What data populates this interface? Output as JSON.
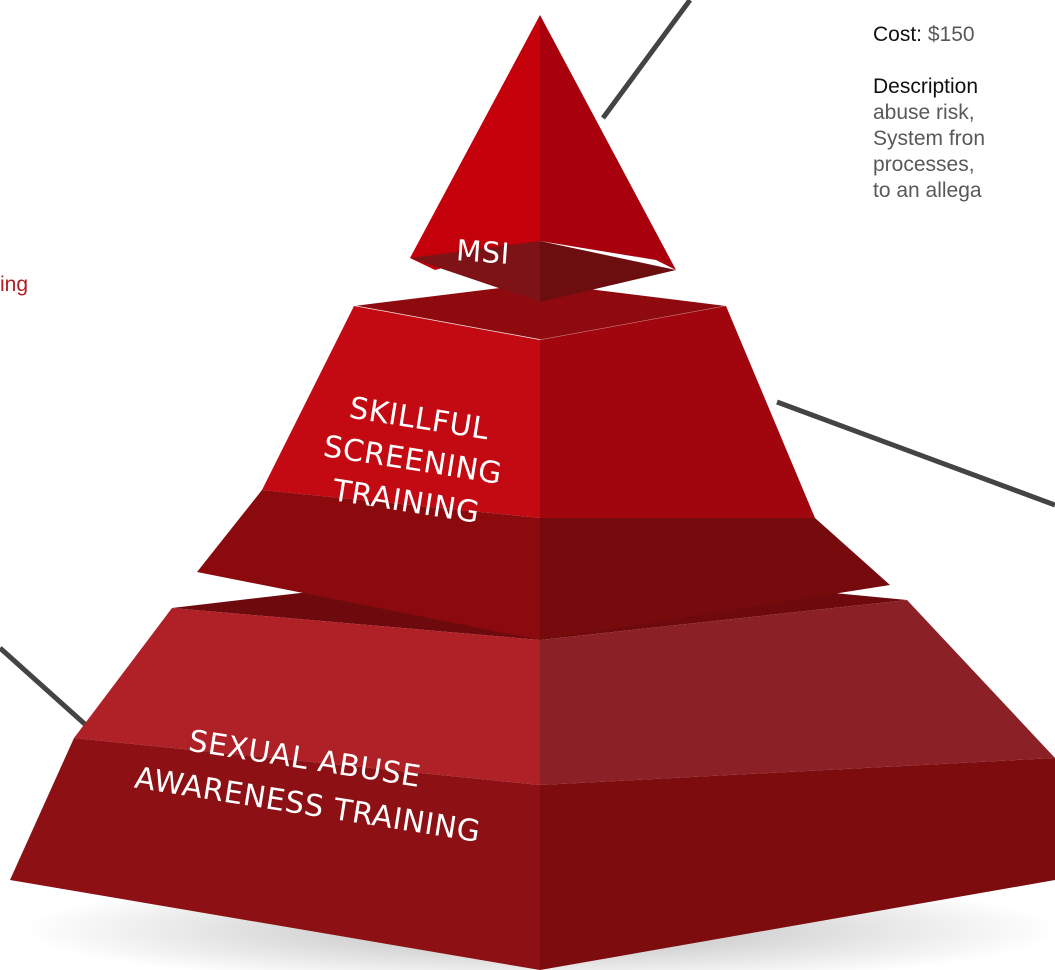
{
  "pyramid": {
    "tiers": [
      {
        "label_lines": [
          "MSI"
        ]
      },
      {
        "label_lines": [
          "SKILLFUL",
          "SCREENING",
          "TRAINING"
        ]
      },
      {
        "label_lines": [
          "SEXUAL ABUSE",
          "AWARENESS TRAINING"
        ]
      }
    ],
    "colors": {
      "top_left": "#c4000a",
      "top_right": "#a8000c",
      "mid_left": "#c30a12",
      "mid_right": "#a1060e",
      "bottom_left": "#b02027",
      "bottom_right": "#8b2126",
      "base_front": "#7d0c0f",
      "connector": "#444444"
    }
  },
  "side_text": "ing",
  "info_panel": {
    "cost_label": "Cost:",
    "cost_value": " $150",
    "description_label": "Description",
    "description_lines": [
      "abuse risk,",
      "System fron",
      "processes,",
      "to an allega"
    ]
  }
}
